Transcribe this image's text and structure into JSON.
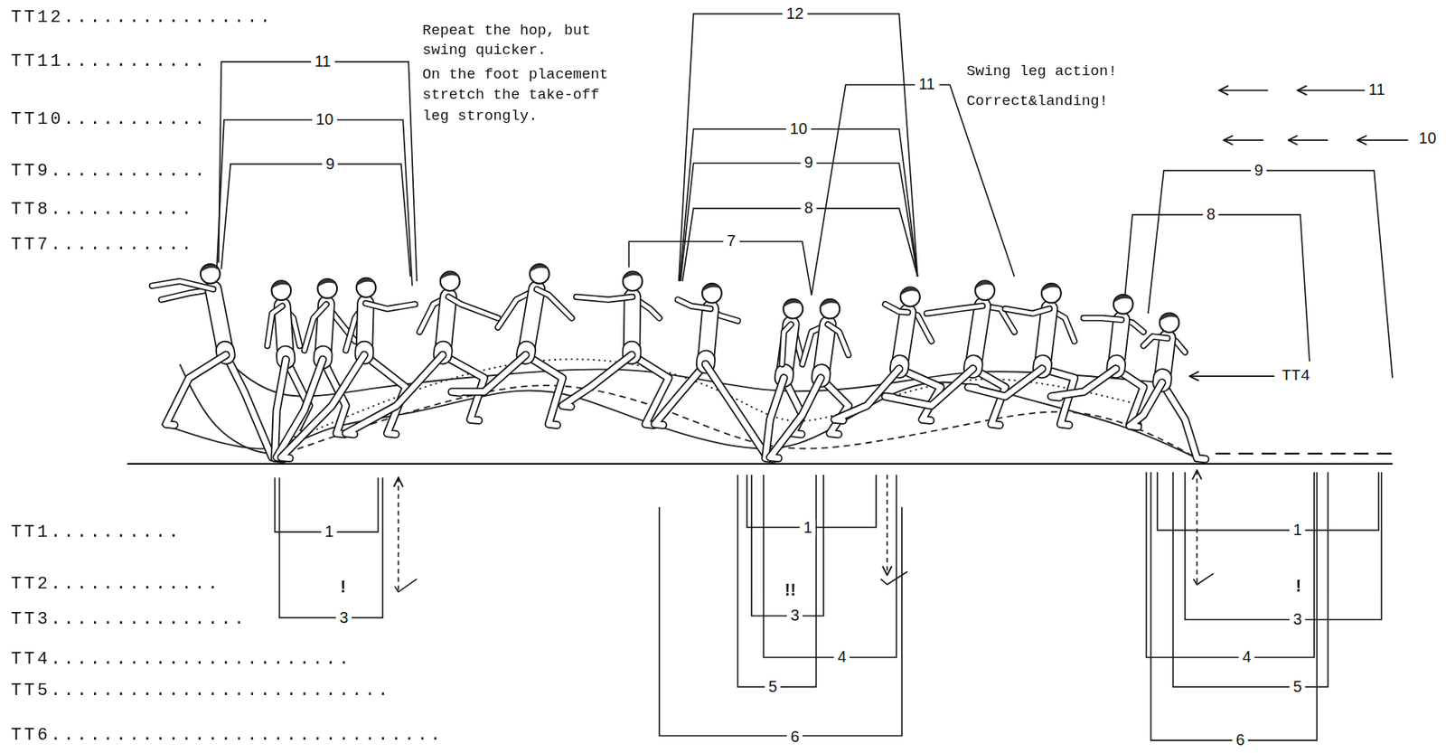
{
  "diagram": {
    "labels": [
      "TT12................",
      "TT11...........",
      "Repeat the hop, but swing quicker.",
      "On the foot placement stretch the take-off leg strongly.",
      "12",
      "11",
      "11",
      "Swing leg action! Correct&landing!",
      "11",
      "TT10...........",
      "10",
      "10",
      "10",
      "TT9............",
      "9",
      "9",
      "9",
      "TT8...........",
      "8",
      "8",
      "TT7...........",
      "7",
      "TT4",
      "TT1..........",
      "1",
      "1",
      "1",
      "TT2.............",
      "!",
      "!!",
      "!",
      "TT3...............",
      "3",
      "3",
      "3",
      "TT4.......................",
      "4",
      "4",
      "TT5..........................",
      "5",
      "5",
      "TT6..............................",
      "6",
      "6"
    ]
  }
}
